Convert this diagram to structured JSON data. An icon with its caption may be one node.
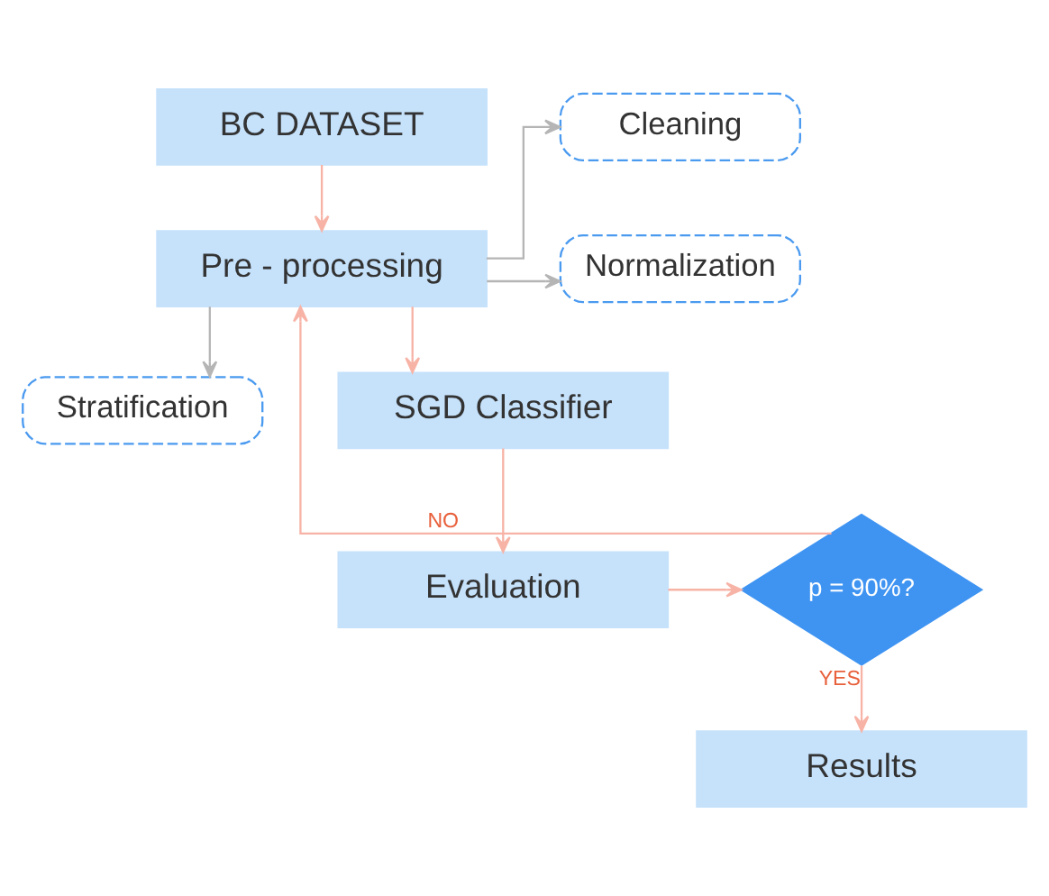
{
  "diagram": {
    "nodes": [
      {
        "text": [
          "BC DATASET"
        ]
      },
      {
        "text": [
          "Pre - processing"
        ]
      },
      {
        "text": [
          "Cleaning"
        ]
      },
      {
        "text": [
          "Normalization"
        ]
      },
      {
        "text": [
          "Stratification"
        ]
      },
      {
        "text": [
          "SGD Classifier"
        ]
      },
      {
        "text": [
          "Evaluation"
        ]
      },
      {
        "text": [
          "p = 90%?"
        ]
      },
      {
        "text": [
          "Results"
        ]
      }
    ],
    "edges": [
      {
        "from": 0,
        "to": 1,
        "arrow": "to"
      },
      {
        "from": 1,
        "to": 2,
        "arrow": "to",
        "color": "#b5b5b5"
      },
      {
        "from": 1,
        "to": 3,
        "arrow": "to",
        "color": "#b5b5b5"
      },
      {
        "from": 1,
        "to": 4,
        "arrow": "to",
        "color": "#b5b5b5"
      },
      {
        "from": 1,
        "to": 5,
        "arrow": "to"
      },
      {
        "from": 5,
        "to": 6,
        "arrow": "to"
      },
      {
        "from": 6,
        "to": 7,
        "arrow": "to"
      },
      {
        "from": 7,
        "to": 1,
        "arrow": "to",
        "label": "NO"
      },
      {
        "from": 7,
        "to": 8,
        "arrow": "to",
        "label": "YES"
      }
    ]
  }
}
